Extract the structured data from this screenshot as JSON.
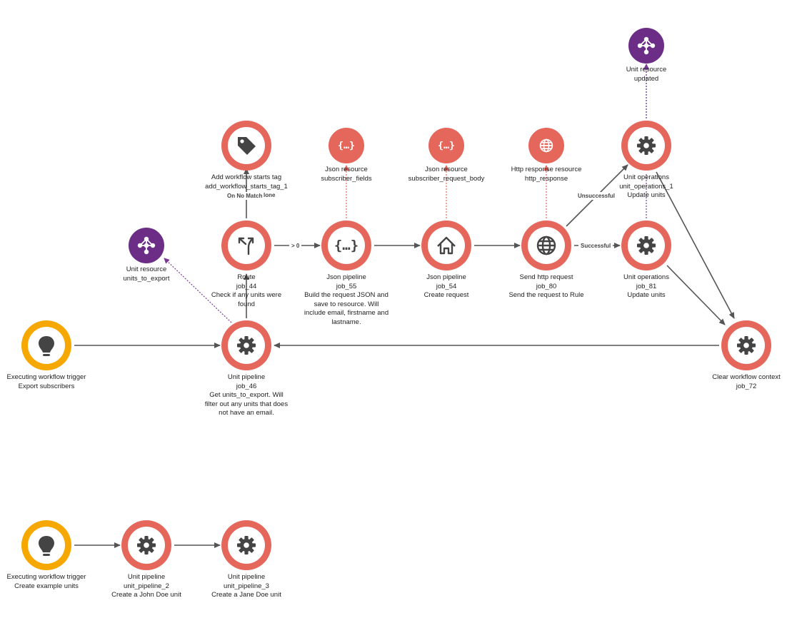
{
  "colors": {
    "job": "#e5675c",
    "trigger": "#f6a800",
    "resource_json": "#e5675c",
    "resource_unit": "#6b2d86",
    "edge": "#555555",
    "edge_resource_red": "#e5675c",
    "edge_resource_purple": "#7b3a99",
    "icon_dark": "#444444",
    "icon_light": "#ffffff"
  },
  "nodes": {
    "add_tag": {
      "icon": "tag-icon",
      "lines": [
        "Add workflow starts tag",
        "add_workflow_starts_tag_1",
        "Tag"
      ]
    },
    "unit_res_updated": {
      "icon": "resource-hub-icon",
      "lines": [
        "Unit resource",
        "updated"
      ]
    },
    "json_res_fields": {
      "icon": "json-braces-icon",
      "lines": [
        "Json resource",
        "subscriber_fields"
      ]
    },
    "json_res_body": {
      "icon": "json-braces-icon",
      "lines": [
        "Json resource",
        "subscriber_request_body"
      ]
    },
    "http_res": {
      "icon": "globe-icon",
      "lines": [
        "Http response resource",
        "http_response"
      ]
    },
    "unit_ops_1": {
      "icon": "gear-icon",
      "lines": [
        "Unit operations",
        "unit_operations_1",
        "Update units"
      ]
    },
    "unit_res_export": {
      "icon": "resource-hub-icon",
      "lines": [
        "Unit resource",
        "units_to_export"
      ]
    },
    "route": {
      "icon": "route-icon",
      "lines": [
        "Route",
        "job_44",
        "Check if any units were",
        "found"
      ]
    },
    "json_pipe_55": {
      "icon": "json-braces-icon",
      "lines": [
        "Json pipeline",
        "job_55",
        "Build the request JSON and",
        "save to resource. Will",
        "include email, firstname and",
        "lastname."
      ]
    },
    "json_pipe_54": {
      "icon": "home-icon",
      "lines": [
        "Json pipeline",
        "job_54",
        "Create request"
      ]
    },
    "http_req": {
      "icon": "globe-icon",
      "lines": [
        "Send http request",
        "job_80",
        "Send the request to Rule"
      ]
    },
    "unit_ops_81": {
      "icon": "gear-icon",
      "lines": [
        "Unit operations",
        "job_81",
        "Update units"
      ]
    },
    "trigger_export": {
      "icon": "lightbulb-icon",
      "lines": [
        "Executing workflow trigger",
        "Export subscribers"
      ]
    },
    "unit_pipe_46": {
      "icon": "gear-icon",
      "lines": [
        "Unit pipeline",
        "job_46",
        "Get units_to_export. Will",
        "filter out any units that does",
        "not have an email."
      ]
    },
    "clear_ctx": {
      "icon": "gear-icon",
      "lines": [
        "Clear workflow context",
        "job_72"
      ]
    },
    "trigger_create": {
      "icon": "lightbulb-icon",
      "lines": [
        "Executing workflow trigger",
        "Create example units"
      ]
    },
    "unit_pipe_2": {
      "icon": "gear-icon",
      "lines": [
        "Unit pipeline",
        "unit_pipeline_2",
        "Create a John Doe unit"
      ]
    },
    "unit_pipe_3": {
      "icon": "gear-icon",
      "lines": [
        "Unit pipeline",
        "unit_pipeline_3",
        "Create a Jane Doe unit"
      ]
    }
  },
  "edges": {
    "on_no_match": "On No Match",
    "none_tail": "lone",
    "gt_zero": "> 0",
    "unsuccessful": "Unsuccessful",
    "successful": "Successful"
  }
}
